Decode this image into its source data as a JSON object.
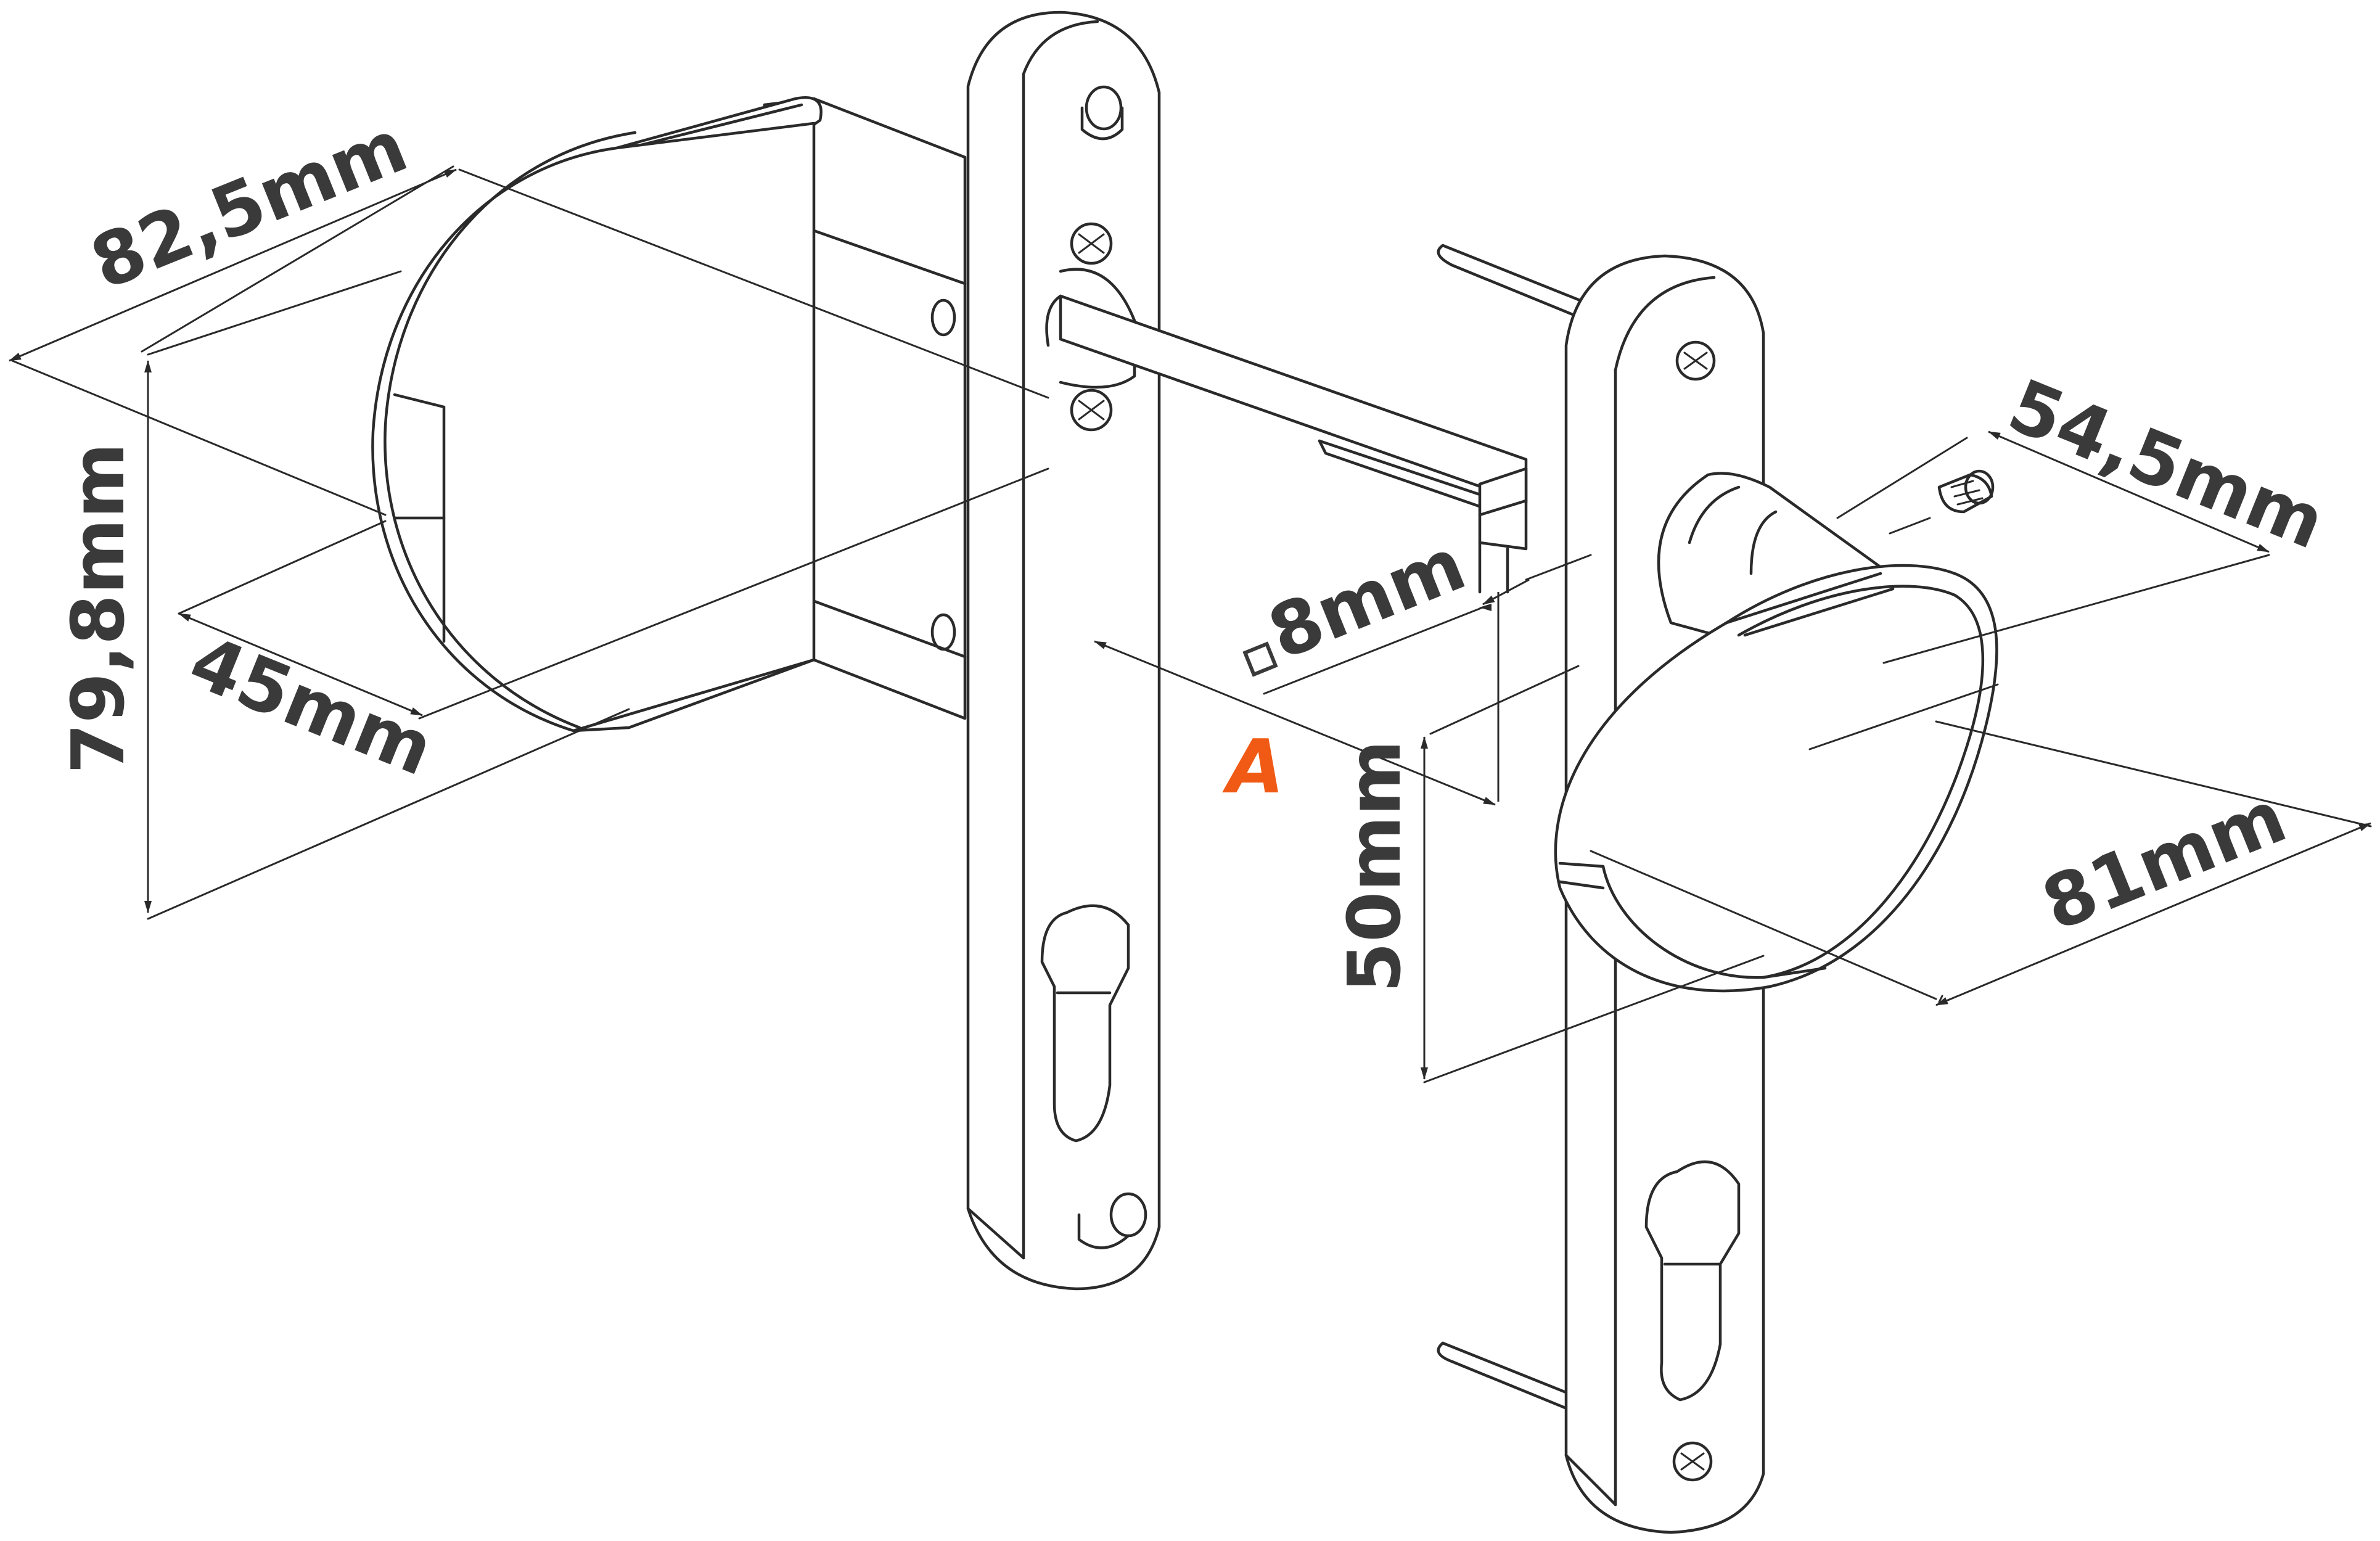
{
  "labels": {
    "width_top": "82,5mm",
    "height_left": "79,8mm",
    "depth_left": "45mm",
    "spindle": "8mm",
    "distance": "A",
    "depth_right": "54,5mm",
    "width_right": "81mm",
    "height_right": "50mm"
  },
  "colors": {
    "line": "#2a2a2a",
    "label": "#3a3a3a",
    "accent": "#f05a14"
  }
}
